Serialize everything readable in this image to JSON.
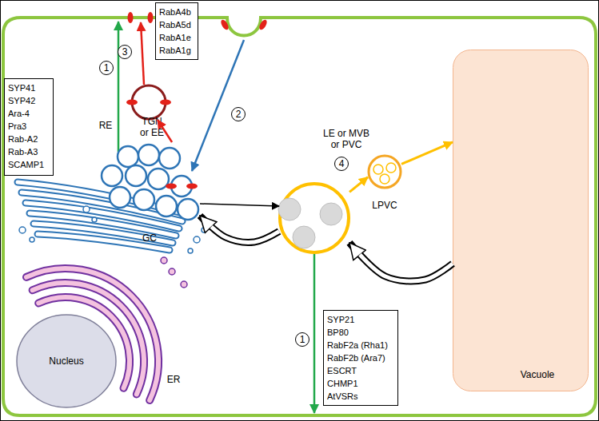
{
  "diagram": {
    "nodes": [
      {
        "text": [
          "RabA4b",
          "RabA5d",
          "RabA1e",
          "RabA1g"
        ]
      },
      {
        "text": [
          "RE"
        ]
      },
      {
        "text": [
          "SYP41",
          "SYP42",
          "Ara-4",
          "Pra3",
          "Rab-A2",
          "Rab-A3",
          "SCAMP1"
        ]
      },
      {
        "text": [
          "TGN or EE"
        ]
      },
      {
        "text": [
          "LE or MVB or PVC"
        ]
      },
      {
        "text": [
          "LPVC"
        ]
      },
      {
        "text": [
          "Vacuole"
        ]
      },
      {
        "text": [
          "GC"
        ]
      },
      {
        "text": [
          "ER"
        ]
      },
      {
        "text": [
          "Nucleus"
        ]
      },
      {
        "text": [
          "SYP21",
          "BP80",
          "RabF2a (Rha1)",
          "RabF2b (Ara7)",
          "ESCRT",
          "CHMP1",
          "AtVSRs"
        ]
      }
    ],
    "edges": [
      {
        "from": 3,
        "to": 1,
        "arrow": "to"
      },
      {
        "from": 3,
        "to": 4,
        "arrow": "to"
      },
      {
        "from": 4,
        "to": 3,
        "arrow": "to"
      },
      {
        "from": 4,
        "to": 5,
        "arrow": "to"
      },
      {
        "from": 5,
        "to": 6,
        "arrow": "to"
      },
      {
        "from": 6,
        "to": 4,
        "arrow": "to"
      }
    ],
    "labels": [
      "3",
      "1",
      "2",
      "4",
      "1"
    ]
  }
}
